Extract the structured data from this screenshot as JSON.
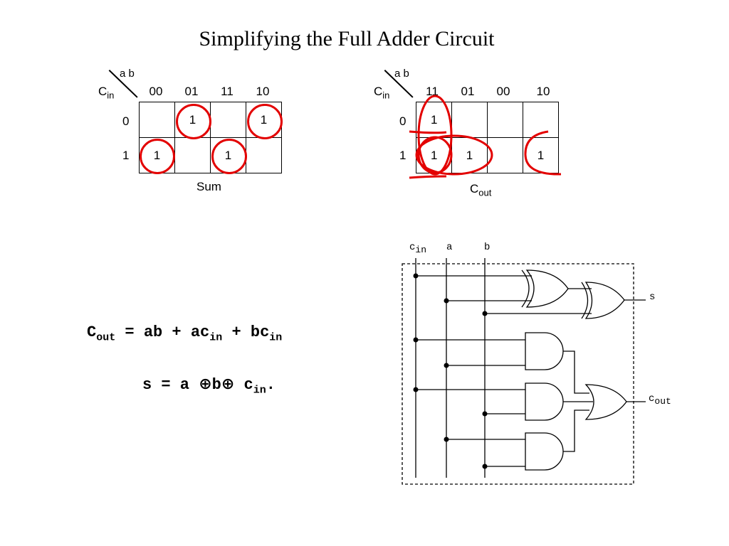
{
  "title": "Simplifying the Full Adder Circuit",
  "kmaps": [
    {
      "name": "Sum",
      "row_var": "C",
      "row_var_sub": "in",
      "col_vars": "a b",
      "col_headers": [
        "00",
        "01",
        "11",
        "10"
      ],
      "row_headers": [
        "0",
        "1"
      ],
      "cells": [
        [
          "",
          "1",
          "",
          "1"
        ],
        [
          "1",
          "",
          "1",
          ""
        ]
      ],
      "caption": "Sum",
      "caption_sub": ""
    },
    {
      "name": "Cout",
      "row_var": "C",
      "row_var_sub": "in",
      "col_vars": "a b",
      "col_headers": [
        "11",
        "01",
        "00",
        "10"
      ],
      "row_headers": [
        "0",
        "1"
      ],
      "cells": [
        [
          "1",
          "",
          "",
          ""
        ],
        [
          "1",
          "1",
          "",
          "1"
        ]
      ],
      "caption": "C",
      "caption_sub": "out"
    }
  ],
  "equations": {
    "cout": {
      "lhs": "C",
      "lhs_sub": "out",
      "t1": " = ab + ac",
      "t1_sub": "in",
      "t2": " + bc",
      "t2_sub": "in"
    },
    "sum": {
      "lhs": "s = a ",
      "x1": "⊕",
      "mid": "b",
      "x2": "⊕",
      "rhs": " c",
      "rhs_sub": "in",
      "end": "."
    }
  },
  "circuit": {
    "inputs": [
      {
        "name": "c",
        "sub": "in"
      },
      {
        "name": "a",
        "sub": ""
      },
      {
        "name": "b",
        "sub": ""
      }
    ],
    "outputs": [
      {
        "name": "s",
        "sub": ""
      },
      {
        "name": "c",
        "sub": "out"
      }
    ]
  },
  "colors": {
    "circle": "#e30000",
    "line": "#000000"
  }
}
